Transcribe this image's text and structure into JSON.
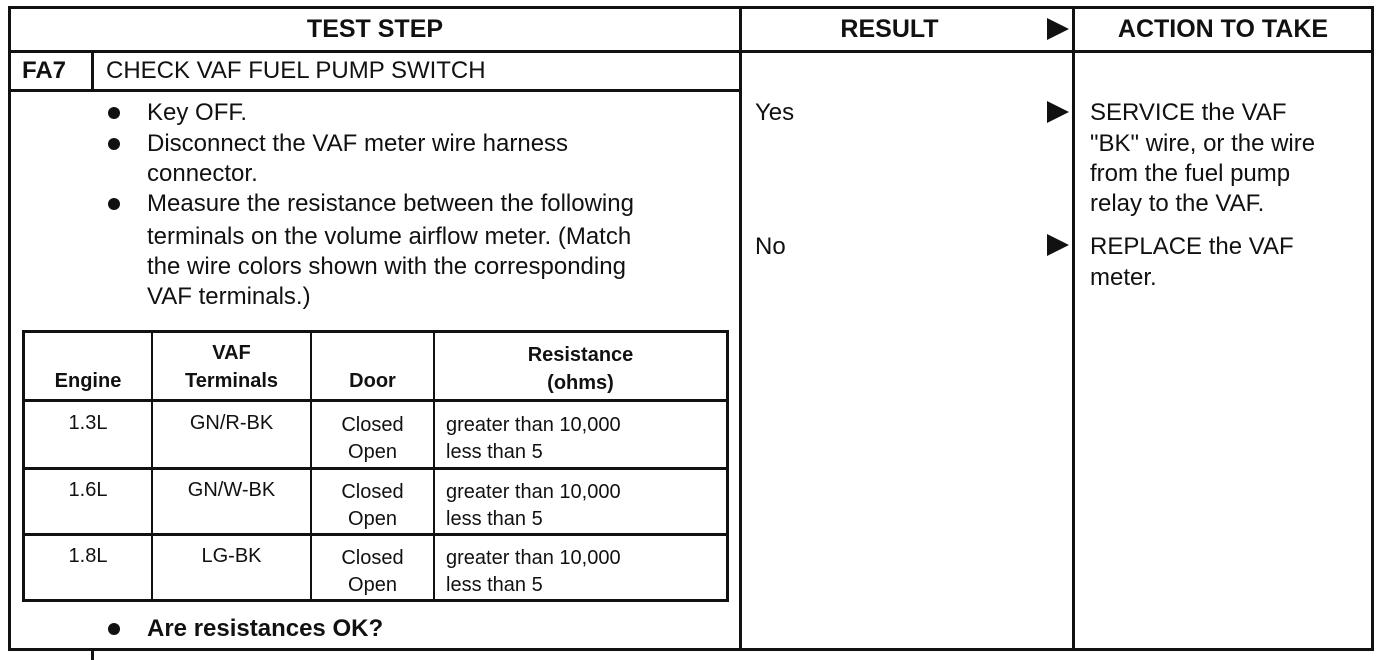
{
  "header": {
    "test_step": "TEST STEP",
    "result": "RESULT",
    "action": "ACTION TO TAKE"
  },
  "step": {
    "code": "FA7",
    "title": "CHECK VAF FUEL PUMP SWITCH",
    "bullets": [
      [
        "Key OFF."
      ],
      [
        "Disconnect the VAF meter wire harness",
        "connector."
      ],
      [
        "Measure the resistance between the following",
        "terminals on the volume airflow meter. (Match",
        "the wire colors shown with the corresponding",
        "VAF terminals.)"
      ]
    ],
    "question": "Are resistances OK?"
  },
  "table": {
    "headers": {
      "engine": "Engine",
      "terminals_1": "VAF",
      "terminals_2": "Terminals",
      "door": "Door",
      "resistance_1": "Resistance",
      "resistance_2": "(ohms)"
    },
    "rows": [
      {
        "engine": "1.3L",
        "terminals": "GN/R-BK",
        "door_1": "Closed",
        "door_2": "Open",
        "res_1": "greater than 10,000",
        "res_2": "less than 5"
      },
      {
        "engine": "1.6L",
        "terminals": "GN/W-BK",
        "door_1": "Closed",
        "door_2": "Open",
        "res_1": "greater than 10,000",
        "res_2": "less than 5"
      },
      {
        "engine": "1.8L",
        "terminals": "LG-BK",
        "door_1": "Closed",
        "door_2": "Open",
        "res_1": "greater than 10,000",
        "res_2": "less than 5"
      }
    ]
  },
  "results": [
    {
      "label": "Yes",
      "action": [
        "SERVICE the VAF",
        "\"BK\" wire, or the wire",
        "from the fuel pump",
        "relay to the VAF."
      ]
    },
    {
      "label": "No",
      "action": [
        "REPLACE the VAF",
        "meter."
      ]
    }
  ]
}
